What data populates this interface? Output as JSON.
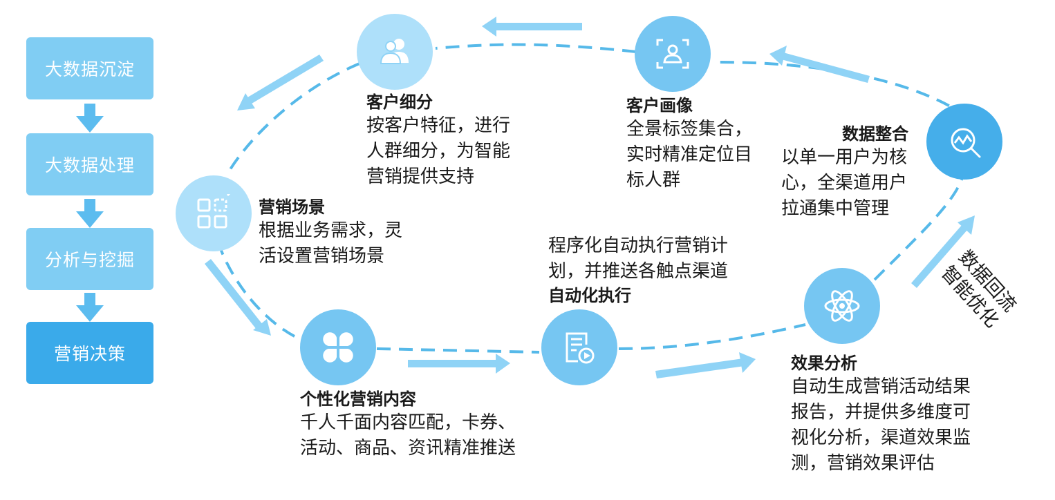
{
  "colors": {
    "dash": "#56b9e9",
    "arrow": "#8fd3f6",
    "step_light": "#80cdf3",
    "step_dark": "#3aaaea",
    "down_arrow": "#5cbcef",
    "node_light": "#aee0fa",
    "node_mid": "#76c6f2",
    "node_dark": "#45aeea"
  },
  "process_steps": [
    "大数据沉淀",
    "大数据处理",
    "分析与挖掘",
    "营销决策"
  ],
  "nodes": {
    "segment": {
      "icon": "users-icon",
      "title": "客户细分",
      "desc": [
        "按客户特征，进行",
        "人群细分，为智能",
        "营销提供支持"
      ]
    },
    "portrait": {
      "icon": "user-scan-icon",
      "title": "客户画像",
      "desc": [
        "全景标签集合，",
        "实时精准定位目",
        "标人群"
      ]
    },
    "integration": {
      "icon": "data-search-icon",
      "title": "数据整合",
      "desc": [
        "以单一用户为核",
        "心，全渠道用户",
        "拉通集中管理"
      ]
    },
    "scene": {
      "icon": "grid-apps-icon",
      "title": "营销场景",
      "desc": [
        "根据业务需求，灵",
        "活设置营销场景"
      ]
    },
    "automation": {
      "icon": "document-play-icon",
      "title": "自动化执行",
      "desc": [
        "程序化自动执行营销计",
        "划，并推送各触点渠道"
      ]
    },
    "content": {
      "icon": "clover-icon",
      "title": "个性化营销内容",
      "desc": [
        "千人千面内容匹配，卡券、",
        "活动、商品、资讯精准推送"
      ]
    },
    "analysis": {
      "icon": "atom-icon",
      "title": "效果分析",
      "desc": [
        "自动生成营销活动结果",
        "报告，并提供多维度可",
        "视化分析，渠道效果监",
        "测，营销效果评估"
      ]
    }
  },
  "feedback_label": [
    "数据回流",
    "智能优化"
  ]
}
